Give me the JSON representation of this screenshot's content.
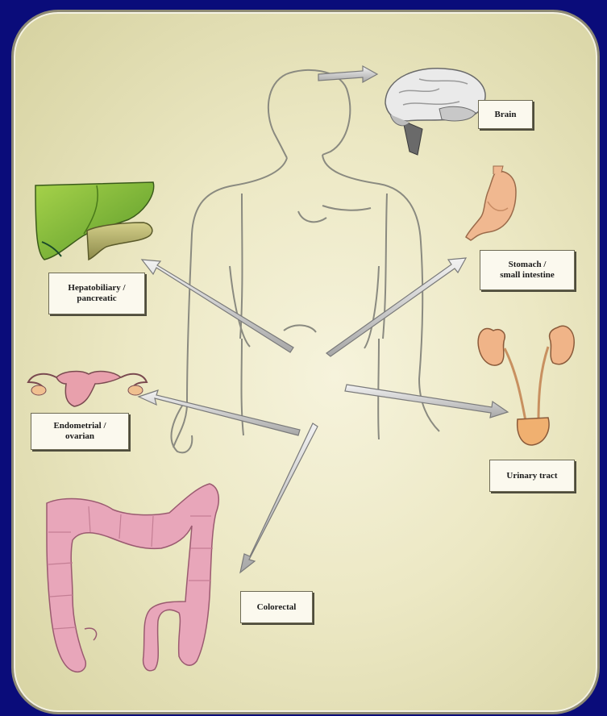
{
  "labels": {
    "brain": "Brain",
    "stomach": "Stomach /\nsmall intestine",
    "hepato": "Hepatobiliary /\npancreatic",
    "urinary": "Urinary tract",
    "endometrial": "Endometrial /\novarian",
    "colorectal": "Colorectal"
  },
  "colors": {
    "background": "#0a0c7a",
    "panel": "#ece8c4",
    "liver": "#8cc43a",
    "colon": "#e6a4b8",
    "stomach": "#f0b890",
    "kidney": "#f0b488",
    "arrow": "#d8d8d8"
  }
}
